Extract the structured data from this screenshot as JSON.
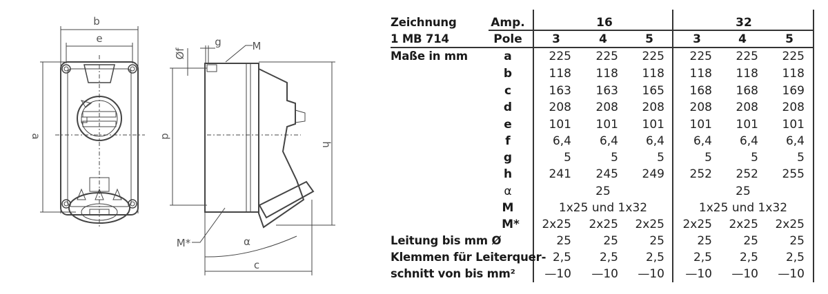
{
  "drawing": {
    "front_view_labels": {
      "b": "b",
      "e": "e",
      "a": "a"
    },
    "side_view_labels": {
      "f": "Øf",
      "g": "g",
      "M": "M",
      "d": "d",
      "h": "h",
      "M_star": "M*",
      "alpha": "α",
      "c": "c"
    }
  },
  "table": {
    "header": {
      "zeichnung_label": "Zeichnung",
      "model_label": "1 MB 714",
      "amp_label": "Amp.",
      "pole_label": "Pole",
      "amp_groups": [
        "16",
        "32"
      ],
      "poles": [
        "3",
        "4",
        "5",
        "3",
        "4",
        "5"
      ]
    },
    "section_label": "Maße in mm",
    "rows": [
      {
        "key": "a",
        "values": [
          "225",
          "225",
          "225",
          "225",
          "225",
          "225"
        ]
      },
      {
        "key": "b",
        "values": [
          "118",
          "118",
          "118",
          "118",
          "118",
          "118"
        ]
      },
      {
        "key": "c",
        "values": [
          "163",
          "163",
          "165",
          "168",
          "168",
          "169"
        ]
      },
      {
        "key": "d",
        "values": [
          "208",
          "208",
          "208",
          "208",
          "208",
          "208"
        ]
      },
      {
        "key": "e",
        "values": [
          "101",
          "101",
          "101",
          "101",
          "101",
          "101"
        ]
      },
      {
        "key": "f",
        "values": [
          "6,4",
          "6,4",
          "6,4",
          "6,4",
          "6,4",
          "6,4"
        ]
      },
      {
        "key": "g",
        "values": [
          "5",
          "5",
          "5",
          "5",
          "5",
          "5"
        ]
      },
      {
        "key": "h",
        "values": [
          "241",
          "245",
          "249",
          "252",
          "252",
          "255"
        ]
      }
    ],
    "alpha": {
      "key": "α",
      "group16": "25",
      "group32": "25"
    },
    "M": {
      "key": "M",
      "group16": "1x25 und 1x32",
      "group32": "1x25 und 1x32"
    },
    "M_star": {
      "key": "M*",
      "values": [
        "2x25",
        "2x25",
        "2x25",
        "2x25",
        "2x25",
        "2x25"
      ]
    },
    "leitung": {
      "label": "Leitung bis mm Ø",
      "values": [
        "25",
        "25",
        "25",
        "25",
        "25",
        "25"
      ]
    },
    "klemmen": {
      "label_line1": "Klemmen für Leiterquer-",
      "label_line2": "schnitt von bis mm²",
      "values_from": [
        "2,5",
        "2,5",
        "2,5",
        "2,5",
        "2,5",
        "2,5"
      ],
      "values_to": [
        "—10",
        "—10",
        "—10",
        "—10",
        "—10",
        "—10"
      ]
    }
  }
}
